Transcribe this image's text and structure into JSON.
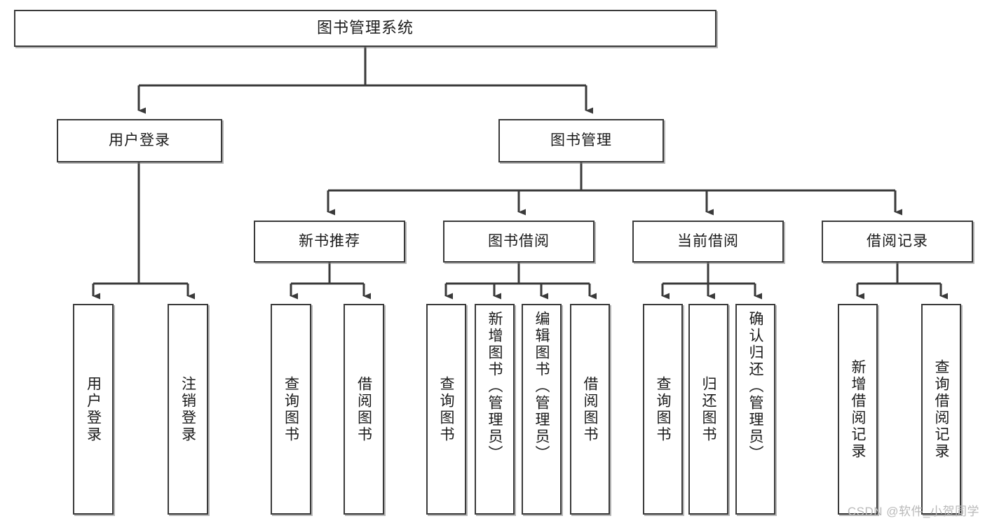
{
  "diagram": {
    "type": "tree-hierarchy",
    "title": "图书管理系统",
    "orientation": "top-down",
    "colors": {
      "box_border": "#3a3a3a",
      "box_fill": "#ffffff",
      "connector": "#3a3a3a",
      "text": "#1b1b1b",
      "watermark": "#b9b9b9"
    },
    "nodes": {
      "root": {
        "label": "图书管理系统"
      },
      "tier2": [
        {
          "id": "user-login",
          "label": "用户登录"
        },
        {
          "id": "book-management",
          "label": "图书管理"
        }
      ],
      "tier3": [
        {
          "id": "new-book-recommend",
          "label": "新书推荐"
        },
        {
          "id": "book-borrow",
          "label": "图书借阅"
        },
        {
          "id": "current-borrow",
          "label": "当前借阅"
        },
        {
          "id": "borrow-record",
          "label": "借阅记录"
        }
      ],
      "leaves": {
        "user-login": [
          {
            "id": "leaf-user-login",
            "label": "用户登录"
          },
          {
            "id": "leaf-logout-login",
            "label": "注销登录"
          }
        ],
        "new-book-recommend": [
          {
            "id": "leaf-query-book-1",
            "label": "查询图书"
          },
          {
            "id": "leaf-borrow-book-1",
            "label": "借阅图书"
          }
        ],
        "book-borrow": [
          {
            "id": "leaf-query-book-2",
            "label": "查询图书"
          },
          {
            "id": "leaf-add-book",
            "label": "新增图书（管理员）"
          },
          {
            "id": "leaf-edit-book",
            "label": "编辑图书（管理员）"
          },
          {
            "id": "leaf-borrow-book-2",
            "label": "借阅图书"
          }
        ],
        "current-borrow": [
          {
            "id": "leaf-query-book-3",
            "label": "查询图书"
          },
          {
            "id": "leaf-return-book",
            "label": "归还图书"
          },
          {
            "id": "leaf-confirm-return",
            "label": "确认归还（管理员）"
          }
        ],
        "borrow-record": [
          {
            "id": "leaf-add-record",
            "label": "新增借阅记录"
          },
          {
            "id": "leaf-query-record",
            "label": "查询借阅记录"
          }
        ]
      }
    },
    "watermark": "CSDN @软件_小贺同学"
  }
}
